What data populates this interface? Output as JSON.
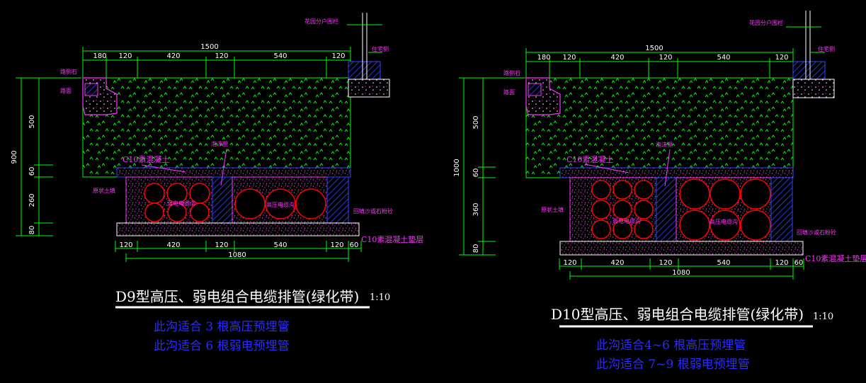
{
  "colors": {
    "background": "#000000",
    "dimension_line": "#00ff00",
    "dimension_text": "#ffffff",
    "label": "#ff33ff",
    "green_fill": "#00ff00",
    "concrete": "#cc22cc",
    "pipe": "#ff0000",
    "hatch": "#3344ff",
    "note": "#2b2bff"
  },
  "diagrams": [
    {
      "id": "d9",
      "labels": {
        "garden_pole": "花园分户围栏",
        "building_wall": "住宅侧",
        "curb": "路侧石",
        "road": "路面",
        "c10_top": "C10素混凝土",
        "filler": "泡沫塑",
        "backfill_left": "原状土填",
        "weak_cable": "弱电电缆沟",
        "high_cable": "高压电缆沟",
        "backfill_right": "回填沙或石粉砼",
        "c10_base": "C10素混凝土垫层"
      },
      "dims_top": {
        "total": "1500",
        "parts": [
          "180",
          "120",
          "420",
          "120",
          "540",
          "120"
        ]
      },
      "dims_left": {
        "total": "900",
        "parts": [
          "500",
          "60",
          "260",
          "80"
        ]
      },
      "dims_bottom": {
        "total": "1080",
        "parts": [
          "120",
          "420",
          "120",
          "540",
          "120",
          "60"
        ]
      },
      "title": "D9型高压、弱电组合电缆排管(绿化带)",
      "scale": "1:10",
      "notes": [
        "此沟适合  3  根高压预埋管",
        "此沟适合  6  根弱电预埋管"
      ]
    },
    {
      "id": "d10",
      "labels": {
        "garden_pole": "花园分户围栏",
        "building_wall": "住宅侧",
        "curb": "路侧石",
        "road": "路面",
        "c10_top": "C10素混凝土",
        "filler": "泡沫塑",
        "backfill_left": "原状土填",
        "weak_cable": "弱电电缆沟",
        "high_cable": "高压电缆沟",
        "backfill_right": "回填沙或石粉砼",
        "c10_base": "C10素混凝土垫层"
      },
      "dims_top": {
        "total": "1500",
        "parts": [
          "180",
          "120",
          "420",
          "120",
          "540",
          "120"
        ]
      },
      "dims_left": {
        "total": "1000",
        "parts": [
          "500",
          "60",
          "360",
          "80"
        ]
      },
      "dims_bottom": {
        "total": "1080",
        "parts": [
          "120",
          "420",
          "120",
          "540",
          "120",
          "60"
        ]
      },
      "title": "D10型高压、弱电组合电缆排管(绿化带)",
      "scale": "1:10",
      "notes": [
        "此沟适合4~6 根高压预埋管",
        "此沟适合 7~9 根弱电预埋管"
      ]
    }
  ]
}
